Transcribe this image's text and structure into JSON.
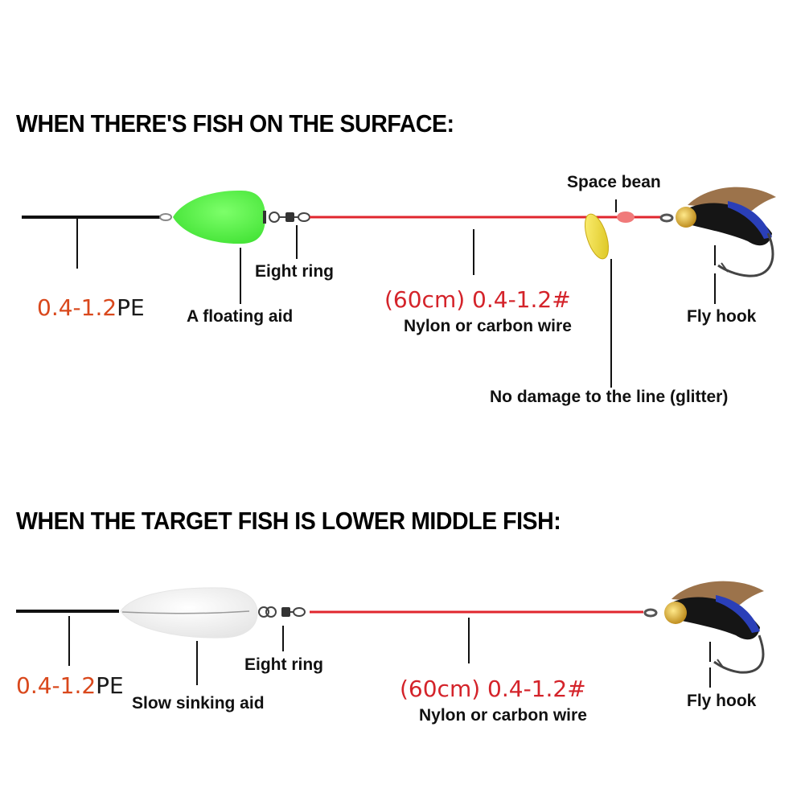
{
  "colors": {
    "main_line": "#111111",
    "leader_line": "#e0262e",
    "spec_pe_numbers": "#d9481c",
    "spec_leader_text": "#d4232a",
    "float_green": "#55f545",
    "float_clear": "#eeeeee",
    "spinner_gold": "#f2e23a",
    "bead_pink": "#f07a7a",
    "fly_head_gold": "#d9a21e"
  },
  "section1": {
    "heading": "WHEN THERE'S FISH ON THE SURFACE:",
    "main_line_spec": {
      "value": "0.4-1.2",
      "unit": "PE"
    },
    "float_label": "A floating aid",
    "swivel_label": "Eight ring",
    "leader_spec": "(60cm) 0.4-1.2#",
    "leader_label": "Nylon or carbon wire",
    "bead_label": "Space bean",
    "spinner_label": "No damage to the line (glitter)",
    "hook_label": "Fly hook"
  },
  "section2": {
    "heading": "WHEN THE TARGET FISH IS LOWER MIDDLE FISH:",
    "main_line_spec": {
      "value": "0.4-1.2",
      "unit": "PE"
    },
    "float_label": "Slow sinking aid",
    "swivel_label": "Eight ring",
    "leader_spec": "(60cm) 0.4-1.2#",
    "leader_label": "Nylon or carbon wire",
    "hook_label": "Fly hook"
  }
}
